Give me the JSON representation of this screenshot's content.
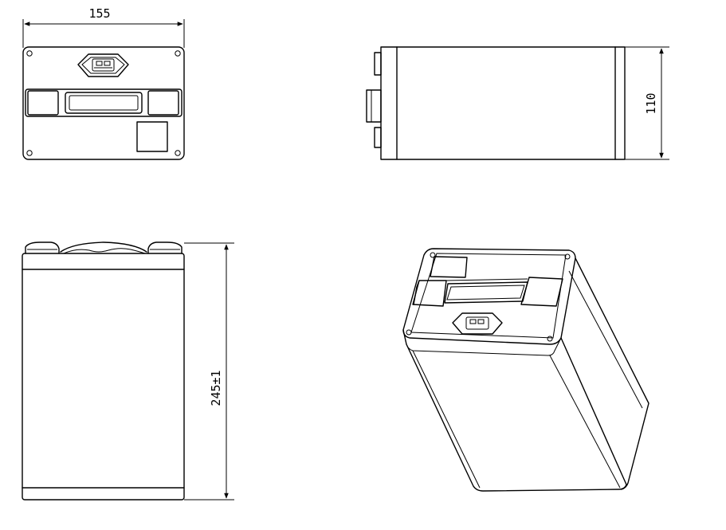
{
  "dimensions": {
    "width": "155",
    "height": "110",
    "length": "245±1"
  }
}
